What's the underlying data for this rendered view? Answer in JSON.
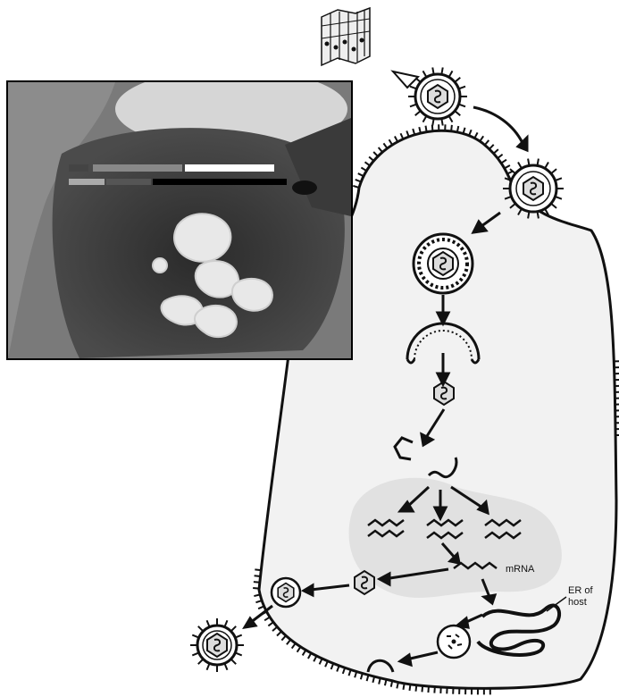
{
  "labels": {
    "mrna": "mRNA",
    "er_line1": "ER of",
    "er_line2": "host"
  },
  "colors": {
    "ink": "#111111",
    "cell_fill": "#f2f2f2",
    "nucleus_fill": "#e1e1e1",
    "photo_bg": "#6a6a6a",
    "lesion": "#e8e8e8"
  },
  "icons": {
    "virion": "virion-icon",
    "epithelium": "epithelial-cells-icon",
    "photo": "infected-animal-photo"
  }
}
